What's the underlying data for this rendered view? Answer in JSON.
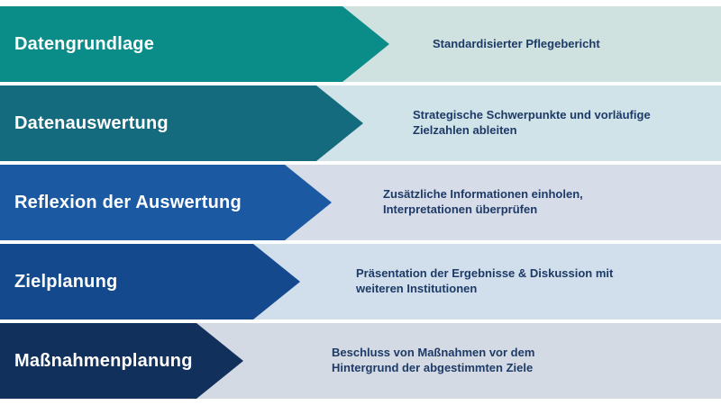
{
  "diagram": {
    "type": "process-steps",
    "text_color": "#1e3a66",
    "rows": [
      {
        "label": "Datengrundlage",
        "description": "Standardisierter Pflegebericht",
        "arrow_color": "#0a8c89",
        "band_color": "#d0e2e0"
      },
      {
        "label": "Datenauswertung",
        "description": "Strategische Schwerpunkte und vorläufige Zielzahlen ableiten",
        "arrow_color": "#156b7e",
        "band_color": "#d0e3e9"
      },
      {
        "label": "Reflexion der Auswertung",
        "description": "Zusätzliche Informationen einholen, Interpretationen überprüfen",
        "arrow_color": "#1b5aa3",
        "band_color": "#d6dce8"
      },
      {
        "label": "Zielplanung",
        "description": "Präsentation der Ergebnisse & Diskussion mit weiteren Institutionen",
        "arrow_color": "#15498e",
        "band_color": "#d0dfeb"
      },
      {
        "label": "Maßnahmenplanung",
        "description": "Beschluss von Maßnahmen vor dem Hintergrund der abgestimmten Ziele",
        "arrow_color": "#12305c",
        "band_color": "#d4dae3"
      }
    ]
  }
}
